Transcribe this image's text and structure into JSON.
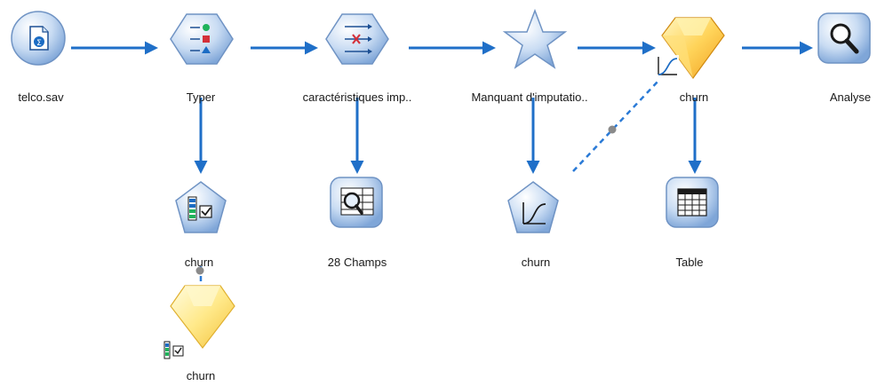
{
  "palette": {
    "link": "#1f6fc8",
    "node_fill_light": "#e8f1fb",
    "node_fill_dark": "#8fb2de",
    "node_stroke": "#6f93c4",
    "model_light": "#ffef9a",
    "model_dark": "#f2a81e",
    "model_stroke": "#d08a10",
    "dash_link": "#2a7ad6"
  },
  "nodes": {
    "source": {
      "label": "telco.sav",
      "icon": "statistics-file-source-icon"
    },
    "type": {
      "label": "Typer",
      "icon": "type-node-icon"
    },
    "feature": {
      "label": "caractéristiques imp..",
      "icon": "feature-selection-icon"
    },
    "imputation": {
      "label": "Manquant d'imputatio..",
      "icon": "supernode-star-icon"
    },
    "model_main": {
      "label": "churn",
      "icon": "logistic-model-nugget-icon"
    },
    "analysis": {
      "label": "Analyse",
      "icon": "analysis-magnifier-icon"
    },
    "feature_model": {
      "label": "churn",
      "icon": "feature-selection-modeling-icon"
    },
    "fields": {
      "label": "28 Champs",
      "icon": "data-audit-icon"
    },
    "logistic_model": {
      "label": "churn",
      "icon": "logistic-regression-modeling-icon"
    },
    "table": {
      "label": "Table",
      "icon": "table-output-icon"
    },
    "feature_nugget": {
      "label": "churn",
      "icon": "feature-selection-nugget-icon"
    }
  }
}
